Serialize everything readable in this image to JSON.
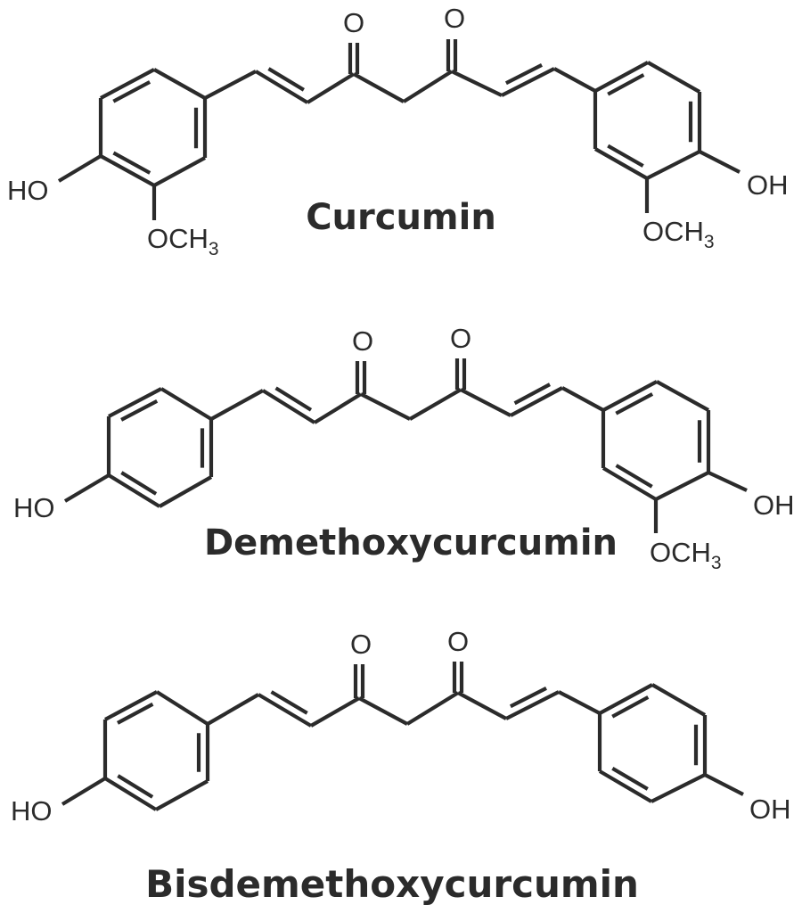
{
  "colors": {
    "ink": "#2b2b2b",
    "background": "#ffffff"
  },
  "molecules": [
    {
      "name": "Curcumin",
      "labels": {
        "ketone_o1": "O",
        "ketone_o2": "O",
        "left_oh": "HO",
        "right_oh": "OH",
        "left_methoxy": "OCH",
        "left_methoxy_sub": "3",
        "right_methoxy": "OCH",
        "right_methoxy_sub": "3"
      }
    },
    {
      "name": "Demethoxycurcumin",
      "labels": {
        "ketone_o1": "O",
        "ketone_o2": "O",
        "left_oh": "HO",
        "right_oh": "OH",
        "right_methoxy": "OCH",
        "right_methoxy_sub": "3"
      }
    },
    {
      "name": "Bisdemethoxycurcumin",
      "labels": {
        "ketone_o1": "O",
        "ketone_o2": "O",
        "left_oh": "HO",
        "right_oh": "OH"
      }
    }
  ]
}
